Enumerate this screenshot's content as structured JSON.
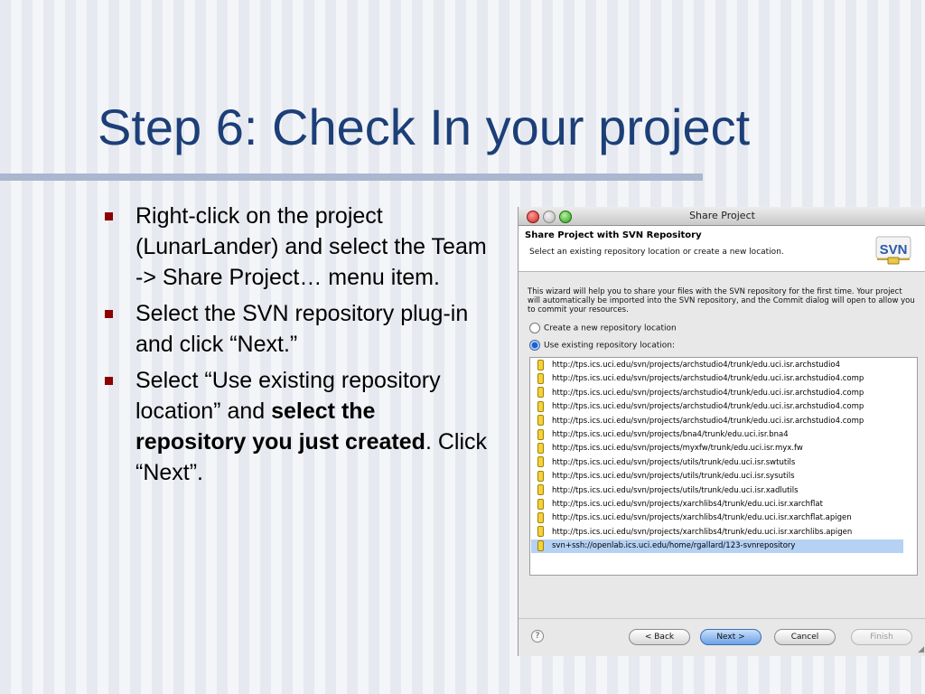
{
  "slide": {
    "title": "Step 6: Check In your project",
    "bullets": [
      {
        "text": "Right-click on the project (LunarLander) and select the Team -> Share Project… menu item."
      },
      {
        "text": "Select the SVN repository plug-in and click “Next.”"
      },
      {
        "pre": "Select “Use existing repository location”  and ",
        "bold": "select the repository you just created",
        "post": ". Click “Next”."
      }
    ]
  },
  "dialog": {
    "window_title": "Share Project",
    "header_title": "Share Project with SVN Repository",
    "header_subtitle": "Select an existing repository location or create a new location.",
    "svn_icon": "SVN",
    "intro": "This wizard will help you to share your files with the SVN repository for the first time. Your project will automatically be imported into the SVN repository, and the Commit dialog will open to allow you to commit your resources.",
    "radio_create": "Create a new repository location",
    "radio_use": "Use existing repository location:",
    "repositories": [
      "http://tps.ics.uci.edu/svn/projects/archstudio4/trunk/edu.uci.isr.archstudio4",
      "http://tps.ics.uci.edu/svn/projects/archstudio4/trunk/edu.uci.isr.archstudio4.comp",
      "http://tps.ics.uci.edu/svn/projects/archstudio4/trunk/edu.uci.isr.archstudio4.comp",
      "http://tps.ics.uci.edu/svn/projects/archstudio4/trunk/edu.uci.isr.archstudio4.comp",
      "http://tps.ics.uci.edu/svn/projects/archstudio4/trunk/edu.uci.isr.archstudio4.comp",
      "http://tps.ics.uci.edu/svn/projects/bna4/trunk/edu.uci.isr.bna4",
      "http://tps.ics.uci.edu/svn/projects/myxfw/trunk/edu.uci.isr.myx.fw",
      "http://tps.ics.uci.edu/svn/projects/utils/trunk/edu.uci.isr.swtutils",
      "http://tps.ics.uci.edu/svn/projects/utils/trunk/edu.uci.isr.sysutils",
      "http://tps.ics.uci.edu/svn/projects/utils/trunk/edu.uci.isr.xadlutils",
      "http://tps.ics.uci.edu/svn/projects/xarchlibs4/trunk/edu.uci.isr.xarchflat",
      "http://tps.ics.uci.edu/svn/projects/xarchlibs4/trunk/edu.uci.isr.xarchflat.apigen",
      "http://tps.ics.uci.edu/svn/projects/xarchlibs4/trunk/edu.uci.isr.xarchlibs.apigen",
      "svn+ssh://openlab.ics.uci.edu/home/rgallard/123-svnrepository"
    ],
    "selected_index": 13,
    "help_glyph": "?",
    "buttons": {
      "back": "< Back",
      "next": "Next >",
      "cancel": "Cancel",
      "finish": "Finish"
    }
  }
}
